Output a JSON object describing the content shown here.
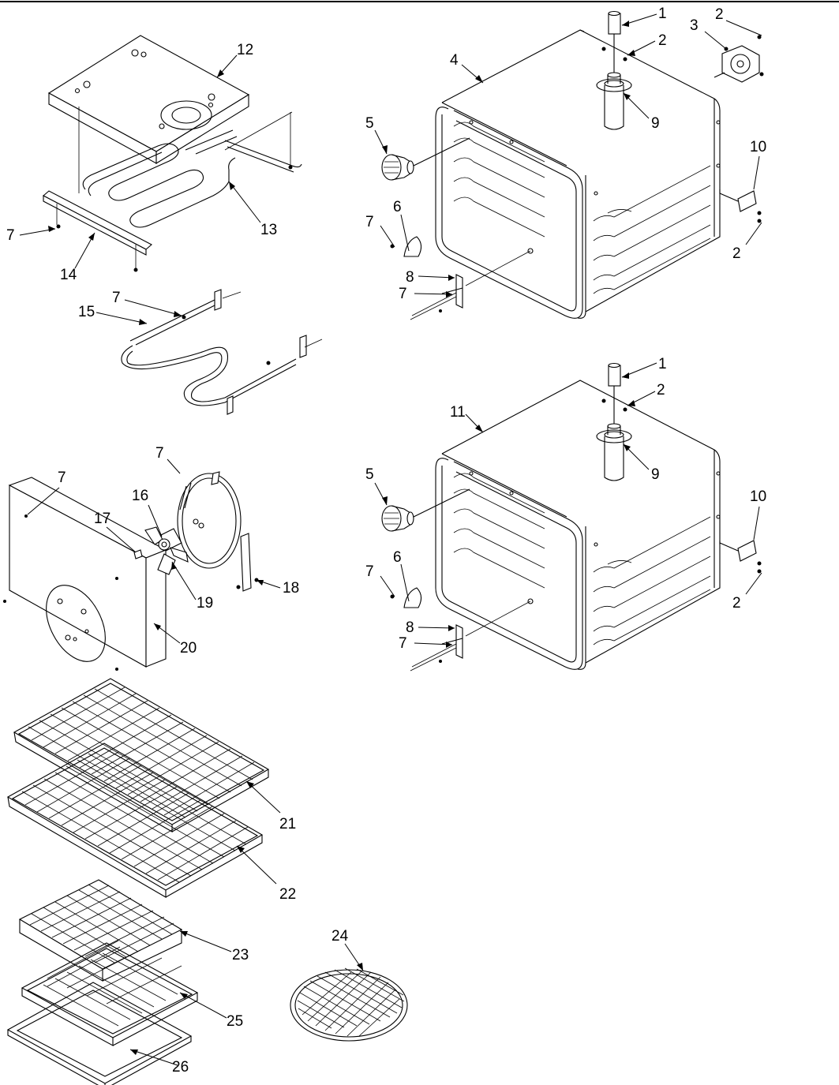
{
  "labels": {
    "l1a": "1",
    "l2a": "2",
    "l2b": "2",
    "l3": "3",
    "l4": "4",
    "l5a": "5",
    "l9a": "9",
    "l10a": "10",
    "l2c": "2",
    "l6a": "6",
    "l7a": "7",
    "l8a": "8",
    "l7b": "7",
    "l12": "12",
    "l13": "13",
    "l14": "14",
    "l7c": "7",
    "l15": "15",
    "l7d": "7",
    "l1b": "1",
    "l2d": "2",
    "l11": "11",
    "l5b": "5",
    "l9b": "9",
    "l10b": "10",
    "l2e": "2",
    "l6b": "6",
    "l7e": "7",
    "l8b": "8",
    "l7f": "7",
    "l7g": "7",
    "l16": "16",
    "l17": "17",
    "l7h": "7",
    "l18": "18",
    "l19": "19",
    "l20": "20",
    "l21": "21",
    "l22": "22",
    "l23": "23",
    "l24": "24",
    "l25": "25",
    "l26": "26"
  }
}
